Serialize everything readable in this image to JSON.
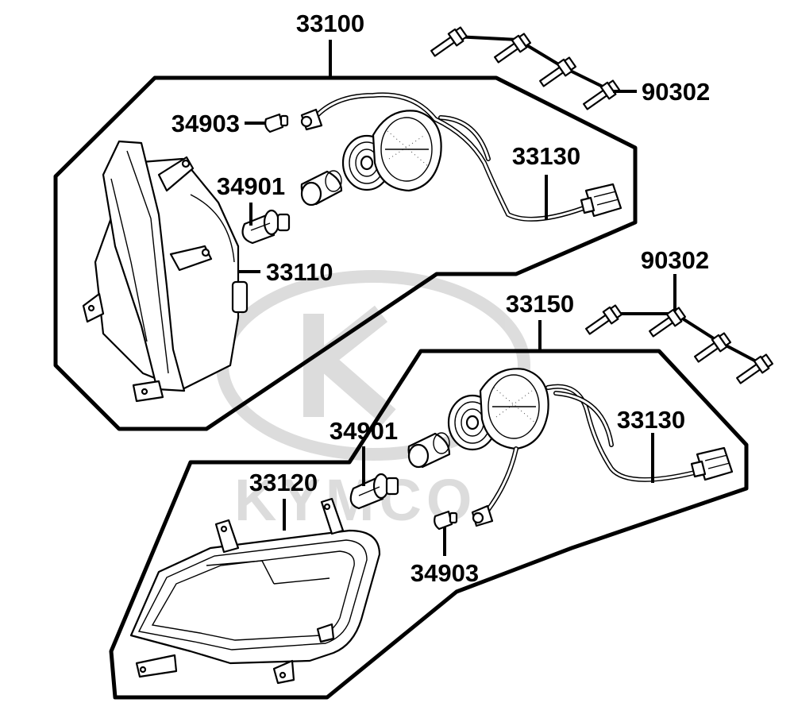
{
  "watermark": {
    "logo_text": "KYMCO",
    "color": "#d9d9d9"
  },
  "upper_assembly": {
    "assembly_label": "33100",
    "parts": {
      "bulb_small": "34903",
      "bulb_main": "34901",
      "housing": "33110",
      "harness": "33130",
      "bolts": "90302"
    }
  },
  "lower_assembly": {
    "assembly_label": "33150",
    "parts": {
      "bolts": "90302",
      "harness": "33130",
      "bulb_main": "34901",
      "lens_housing": "33120",
      "bulb_small": "34903"
    }
  },
  "colors": {
    "line": "#000000",
    "background": "#ffffff"
  }
}
